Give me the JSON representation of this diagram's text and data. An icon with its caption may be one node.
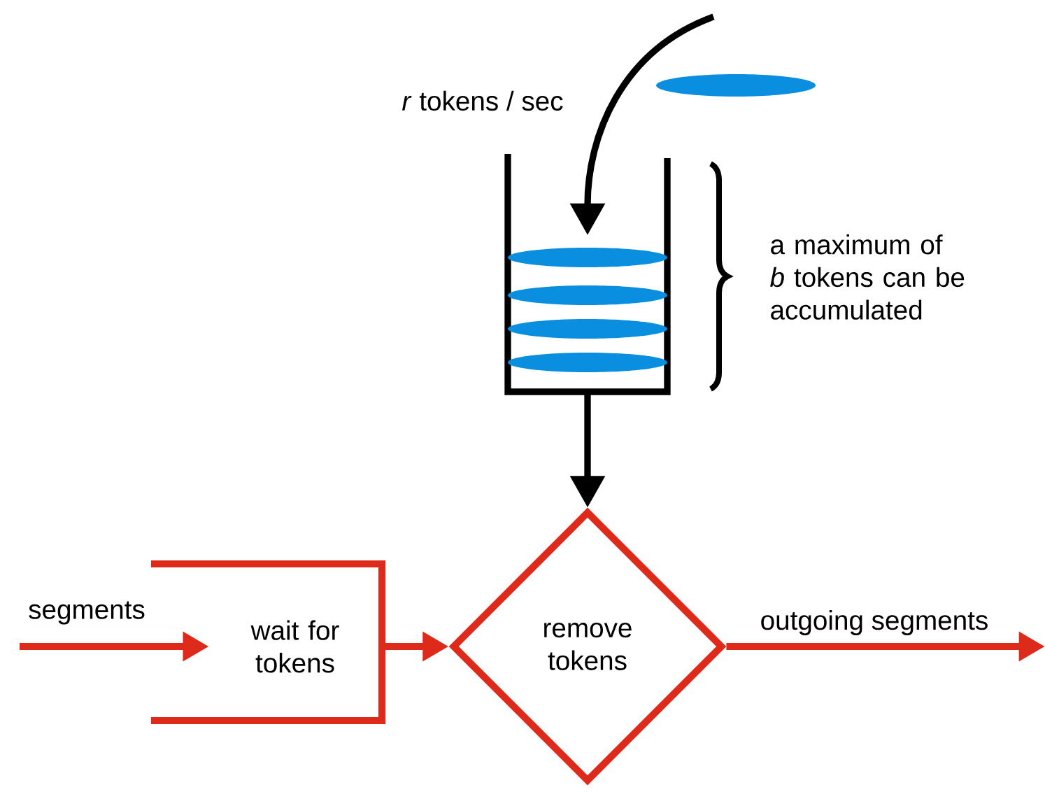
{
  "diagram": {
    "nodes": [
      {
        "text": [],
        "shape": "bucket"
      },
      {
        "text": [
          "wait for tokens"
        ]
      },
      {
        "text": [
          "remove tokens"
        ]
      }
    ],
    "edges": [
      {
        "from": null,
        "to": 0,
        "arrow": "to",
        "label": "*r* tokens / sec",
        "color": "#000000"
      },
      {
        "from": 0,
        "to": 2,
        "arrow": "to",
        "color": "#000000"
      },
      {
        "from": null,
        "to": 1,
        "arrow": "to",
        "label": "segments"
      },
      {
        "from": 1,
        "to": 2,
        "arrow": "to"
      },
      {
        "from": 2,
        "to": null,
        "arrow": "to",
        "label": "outgoing segments"
      }
    ],
    "labels": [
      "a maximum of *b* tokens can be accumulated"
    ]
  }
}
